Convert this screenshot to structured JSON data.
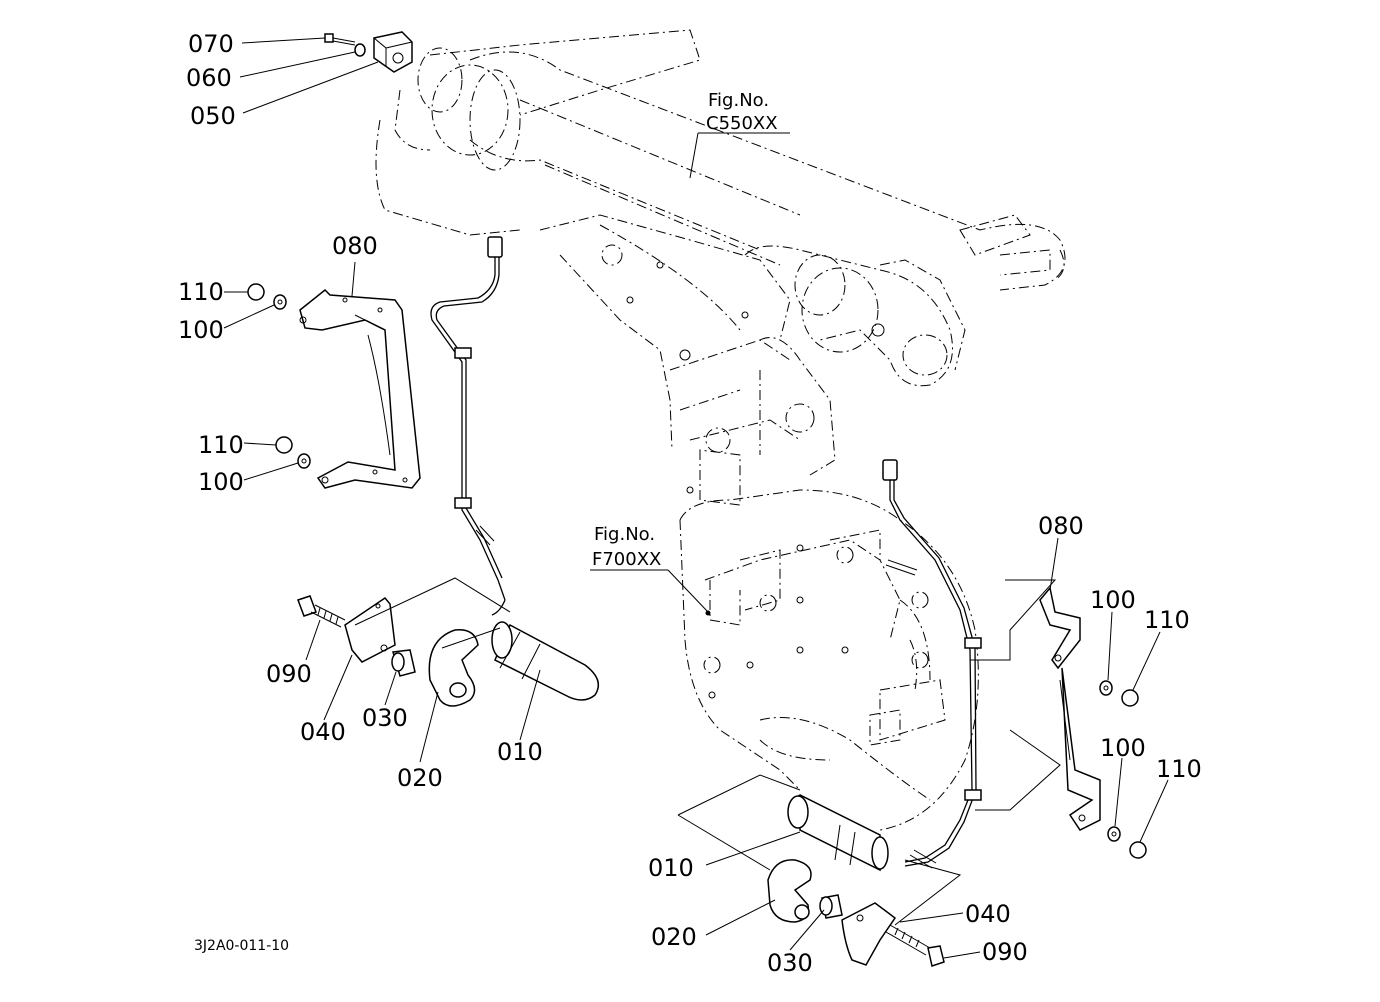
{
  "figure_code": "3J2A0-011-10",
  "references": [
    {
      "id": "ref-c550",
      "line1": "Fig.No.",
      "line2": "C550XX"
    },
    {
      "id": "ref-f700",
      "line1": "Fig.No.",
      "line2": "F700XX"
    }
  ],
  "callouts": {
    "top_070": "070",
    "top_060": "060",
    "top_050": "050",
    "left_080": "080",
    "left_110_a": "110",
    "left_100_a": "100",
    "left_110_b": "110",
    "left_100_b": "100",
    "left_090": "090",
    "left_040": "040",
    "left_030": "030",
    "left_020": "020",
    "left_010": "010",
    "right_080": "080",
    "right_100_a": "100",
    "right_110_a": "110",
    "right_100_b": "100",
    "right_110_b": "110",
    "right_010": "010",
    "right_020": "020",
    "right_030": "030",
    "right_040": "040",
    "right_090": "090"
  }
}
